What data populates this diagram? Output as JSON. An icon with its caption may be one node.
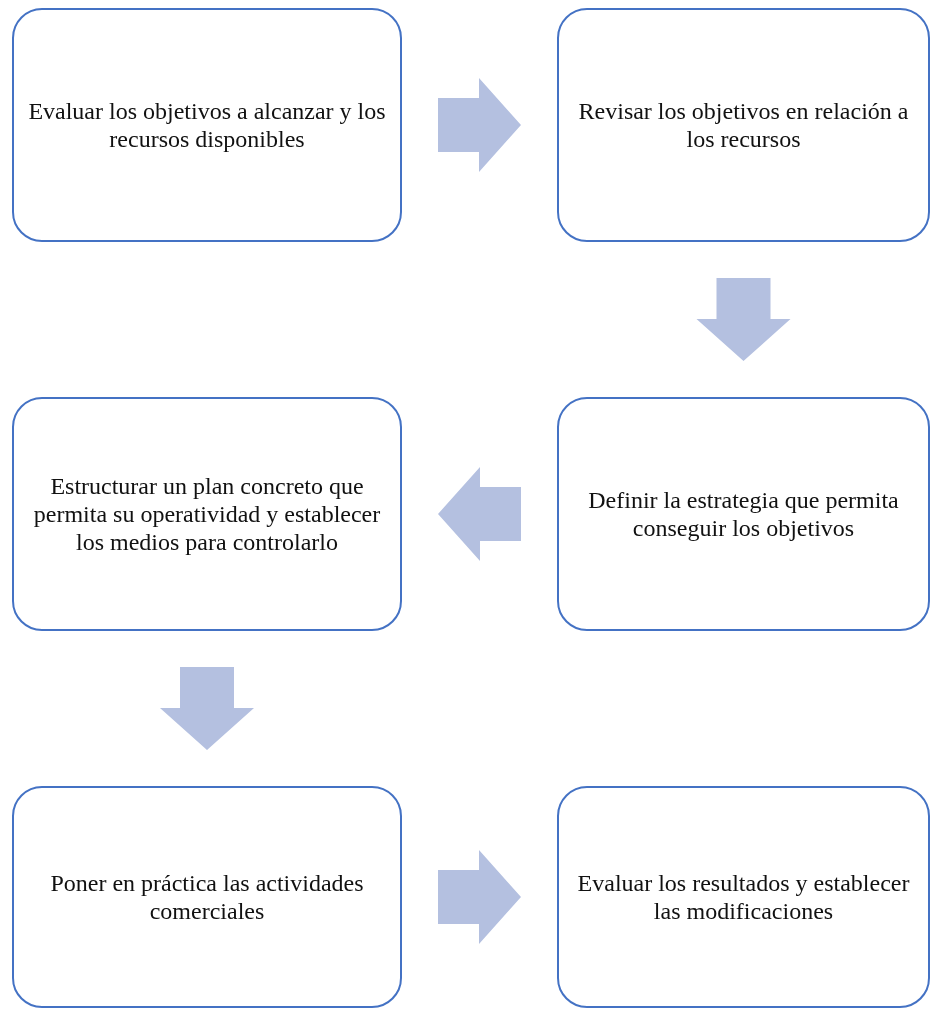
{
  "diagram": {
    "nodes": [
      {
        "text": [
          "Evaluar los objetivos a alcanzar y los recursos disponibles"
        ]
      },
      {
        "text": [
          "Revisar los objetivos en relación a los recursos"
        ]
      },
      {
        "text": [
          "Estructurar un plan concreto que permita su operatividad y establecer los medios para controlarlo"
        ]
      },
      {
        "text": [
          "Definir la estrategia que permita conseguir los objetivos"
        ]
      },
      {
        "text": [
          "Poner en práctica las actividades comerciales"
        ]
      },
      {
        "text": [
          "Evaluar los resultados y establecer las modificaciones"
        ]
      }
    ],
    "edges": [
      {
        "from": 0,
        "to": 1,
        "arrow": "to"
      },
      {
        "from": 1,
        "to": 3,
        "arrow": "to"
      },
      {
        "from": 3,
        "to": 2,
        "arrow": "to"
      },
      {
        "from": 2,
        "to": 4,
        "arrow": "to"
      },
      {
        "from": 4,
        "to": 5,
        "arrow": "to"
      }
    ]
  }
}
